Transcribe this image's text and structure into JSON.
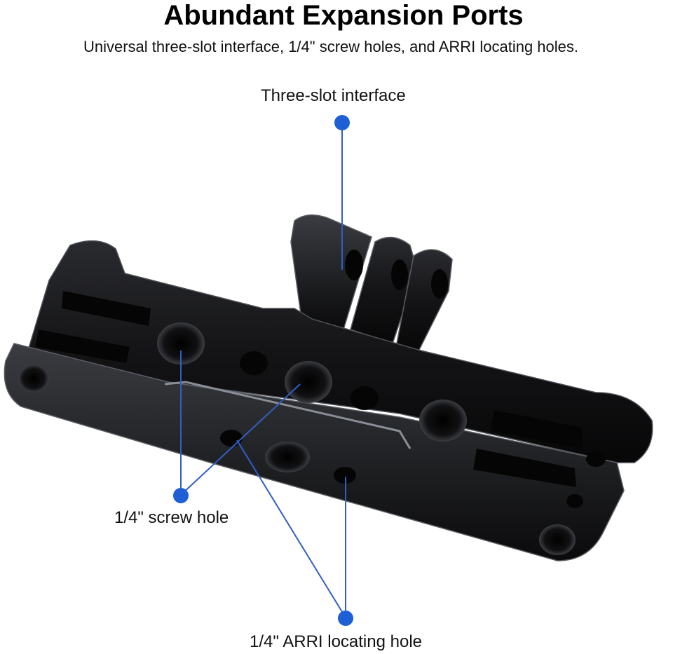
{
  "header": {
    "title": "Abundant Expansion Ports",
    "subtitle": "Universal three-slot interface, 1/4\" screw holes, and ARRI locating holes."
  },
  "callouts": {
    "three_slot": "Three-slot interface",
    "screw_hole": "1/4\" screw hole",
    "arri_hole": "1/4\" ARRI locating hole"
  },
  "colors": {
    "callout_dot": "#1f5fd6",
    "callout_line": "#2f5fc4",
    "metal_dark": "#0c0c0e",
    "metal_highlight": "#8a8f97"
  },
  "product": {
    "icon": "expansion-bracket-icon"
  }
}
